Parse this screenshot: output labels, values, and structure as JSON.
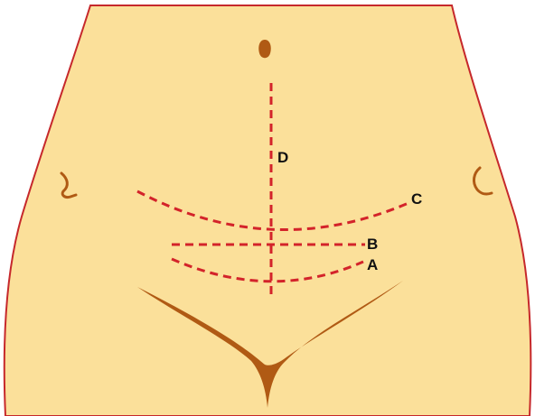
{
  "colors": {
    "skin": "#fbe09a",
    "outline": "#c6282b",
    "fold": "#b05a14",
    "incision": "#d3232a",
    "label": "#111111"
  },
  "labels": {
    "a": "A",
    "b": "B",
    "c": "C",
    "d": "D"
  }
}
